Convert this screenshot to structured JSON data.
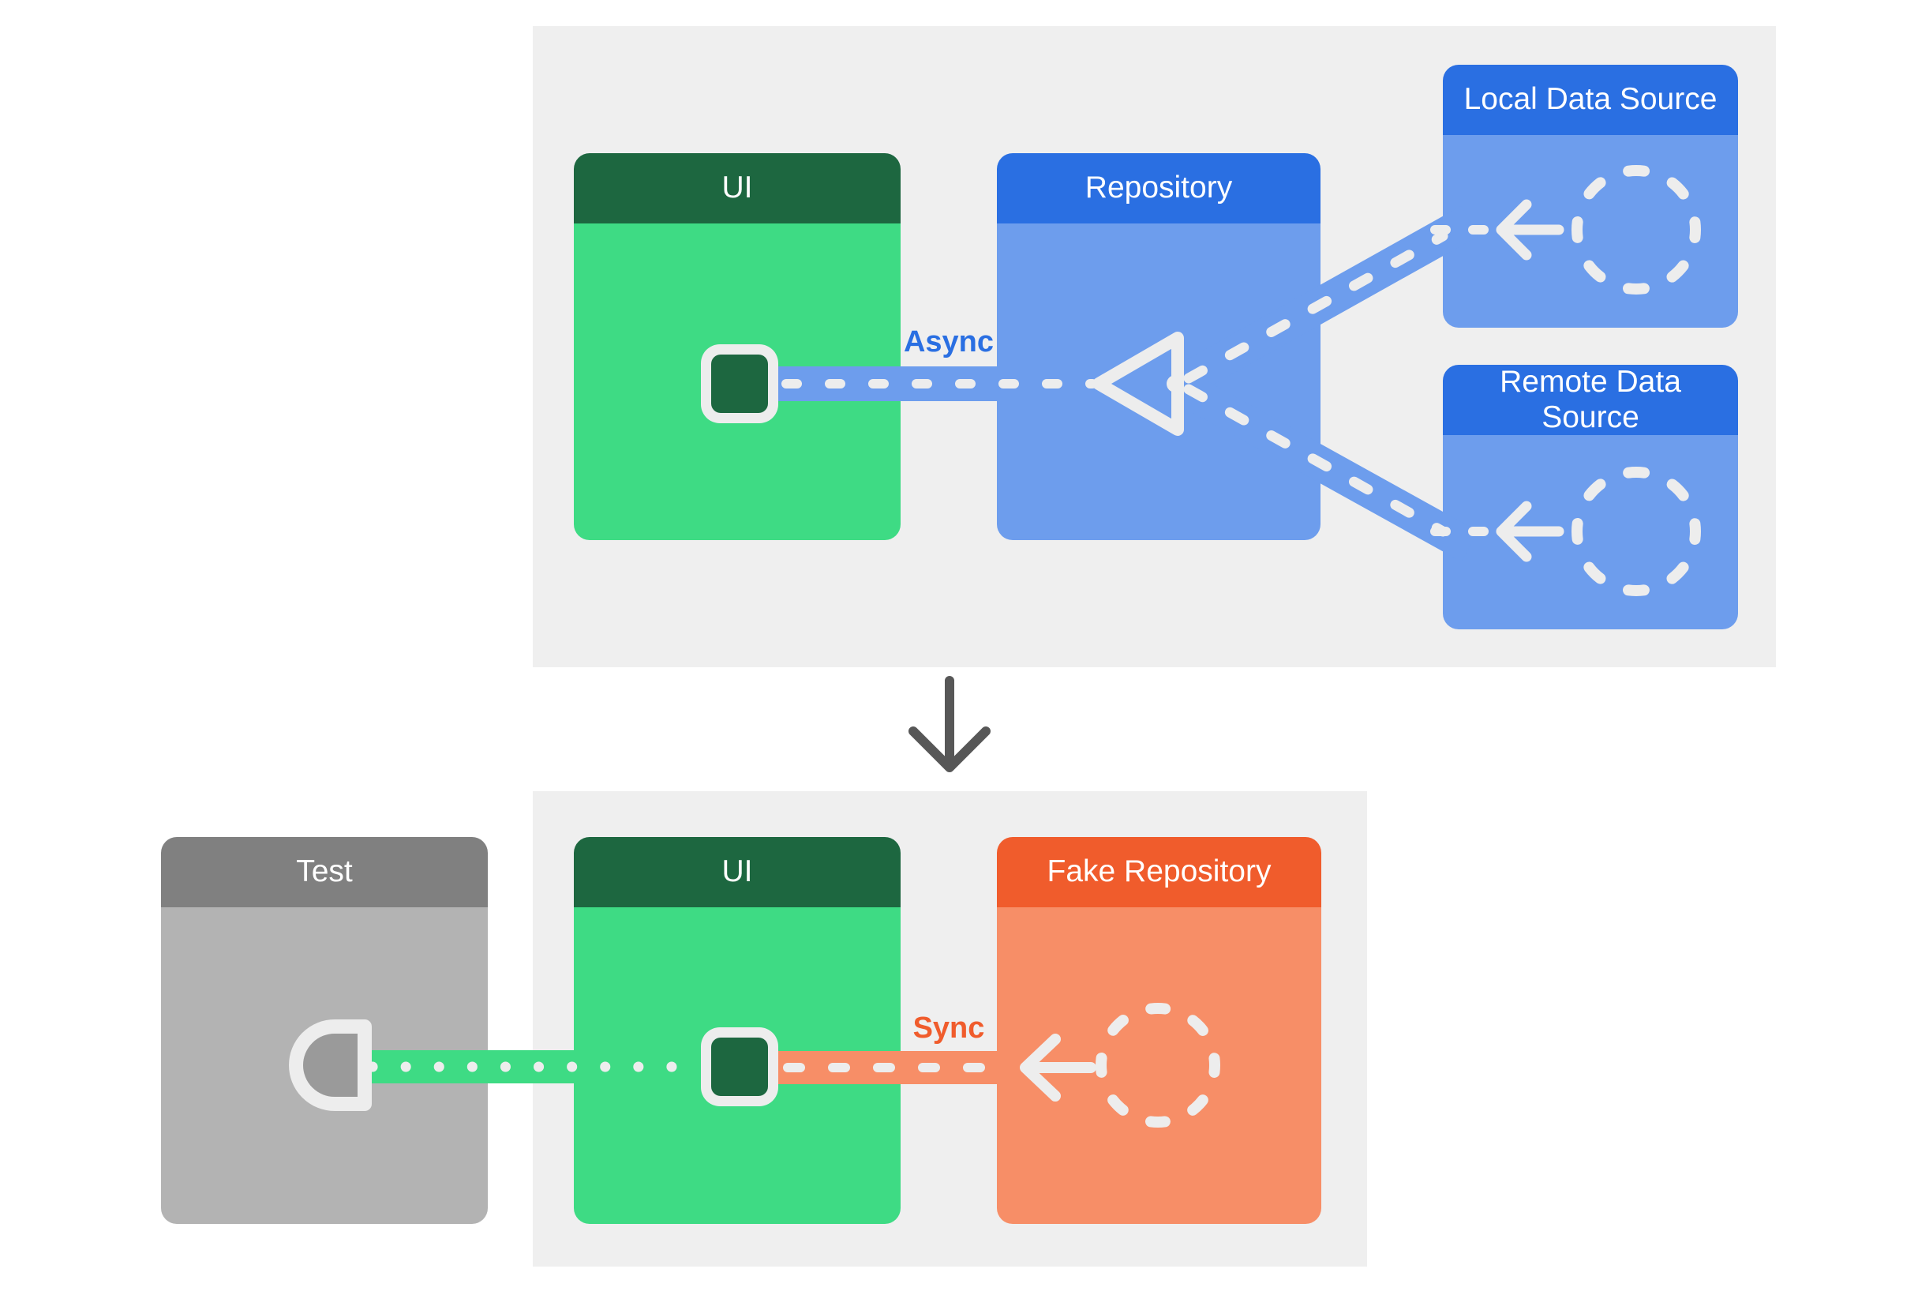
{
  "top_panel": {
    "ui_label": "UI",
    "repository_label": "Repository",
    "local_data_source_label": "Local Data Source",
    "remote_data_source_label": "Remote Data Source",
    "connection_label": "Async"
  },
  "bottom_panel": {
    "test_label": "Test",
    "ui_label": "UI",
    "fake_repository_label": "Fake Repository",
    "connection_label": "Sync"
  },
  "icons": {
    "merge_triangle": "merge-triangle-icon",
    "local_data_circle": "dashed-circle-icon",
    "remote_data_circle": "dashed-circle-icon",
    "fake_data_circle": "dashed-circle-icon",
    "ui_element": "ui-element-icon",
    "test_probe": "test-probe-icon",
    "flow_arrows": "left-arrow-icon",
    "transition": "down-arrow-icon"
  },
  "colors": {
    "page_background": "#ffffff",
    "panel_background": "#efefef",
    "green_header": "#1d6740",
    "green_body": "#3edb84",
    "blue_header": "#2a6fe2",
    "blue_body": "#6d9ded",
    "orange_header": "#f05c2c",
    "orange_body": "#f78e67",
    "gray_header": "#808080",
    "gray_body": "#b3b3b3",
    "probe_fill": "#9a9a9a",
    "connector_white": "#ededed",
    "async_label": "#2a6fe2",
    "sync_label": "#f05c2c",
    "down_arrow": "#575757"
  }
}
